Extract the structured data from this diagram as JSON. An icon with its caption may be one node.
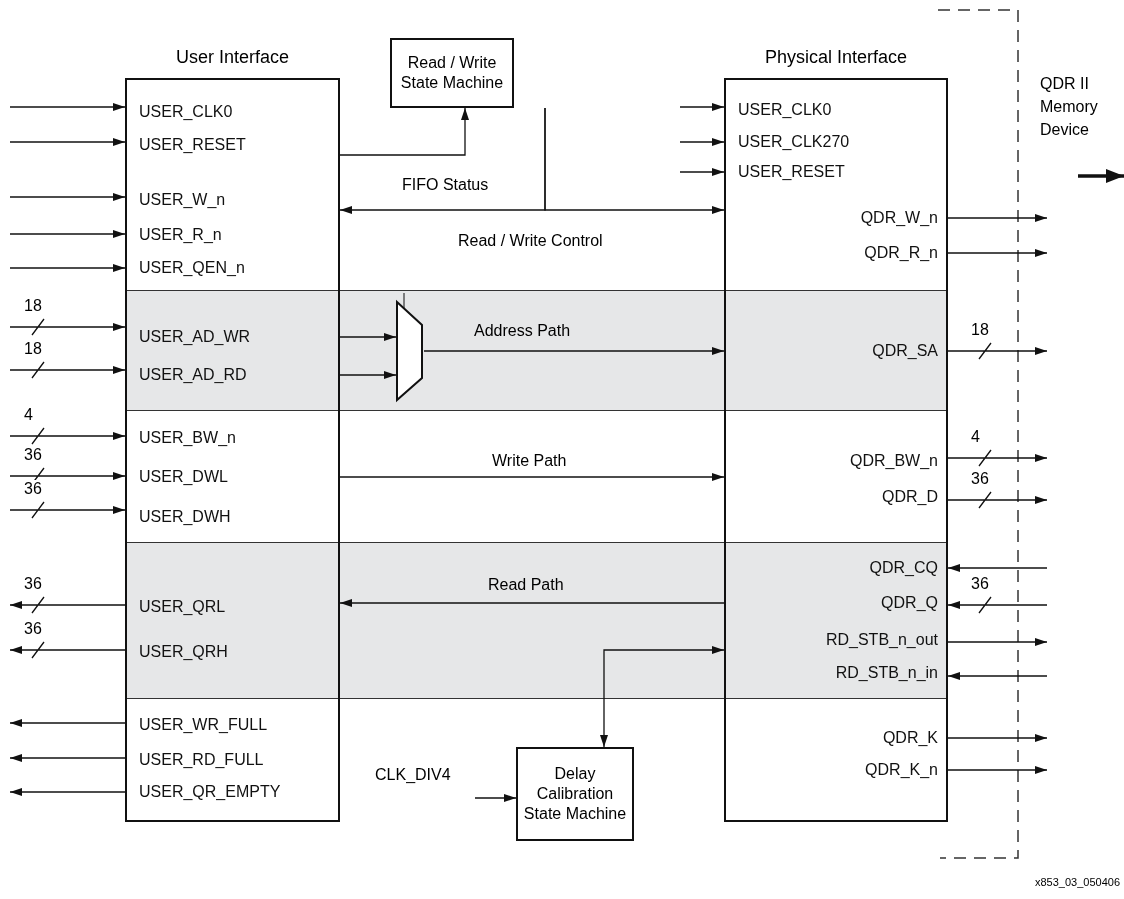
{
  "diagram": {
    "nodes": [
      {
        "text": [
          "User Interface"
        ]
      },
      {
        "text": [
          "USER_CLK0"
        ],
        "in": 0
      },
      {
        "text": [
          "USER_RESET"
        ],
        "in": 0
      },
      {
        "text": [
          "USER_W_n"
        ],
        "in": 0
      },
      {
        "text": [
          "USER_R_n"
        ],
        "in": 0
      },
      {
        "text": [
          "USER_QEN_n"
        ],
        "in": 0
      },
      {
        "text": [
          "USER_AD_WR"
        ],
        "in": 0
      },
      {
        "text": [
          "USER_AD_RD"
        ],
        "in": 0
      },
      {
        "text": [
          "USER_BW_n"
        ],
        "in": 0
      },
      {
        "text": [
          "USER_DWL"
        ],
        "in": 0
      },
      {
        "text": [
          "USER_DWH"
        ],
        "in": 0
      },
      {
        "text": [
          "USER_QRL"
        ],
        "in": 0
      },
      {
        "text": [
          "USER_QRH"
        ],
        "in": 0
      },
      {
        "text": [
          "USER_WR_FULL"
        ],
        "in": 0
      },
      {
        "text": [
          "USER_RD_FULL"
        ],
        "in": 0
      },
      {
        "text": [
          "USER_QR_EMPTY"
        ],
        "in": 0
      },
      {
        "text": [
          "Read / Write State Machine"
        ]
      },
      {
        "text": [
          "Physical Interface"
        ]
      },
      {
        "text": [
          "USER_CLK0"
        ],
        "in": 17
      },
      {
        "text": [
          "USER_CLK270"
        ],
        "in": 17
      },
      {
        "text": [
          "USER_RESET"
        ],
        "in": 17
      },
      {
        "text": [
          "QDR_W_n"
        ],
        "in": 17
      },
      {
        "text": [
          "QDR_R_n"
        ],
        "in": 17
      },
      {
        "text": [
          "QDR_SA"
        ],
        "in": 17
      },
      {
        "text": [
          "QDR_BW_n"
        ],
        "in": 17
      },
      {
        "text": [
          "QDR_D"
        ],
        "in": 17
      },
      {
        "text": [
          "QDR_CQ"
        ],
        "in": 17
      },
      {
        "text": [
          "QDR_Q"
        ],
        "in": 17
      },
      {
        "text": [
          "RD_STB_n_out"
        ],
        "in": 17
      },
      {
        "text": [
          "RD_STB_n_in"
        ],
        "in": 17
      },
      {
        "text": [
          "QDR_K"
        ],
        "in": 17
      },
      {
        "text": [
          "QDR_K_n"
        ],
        "in": 17
      },
      {
        "text": [
          "QDR II Memory Device"
        ]
      },
      {
        "text": [],
        "shape": "trapezoid"
      },
      {
        "text": [
          "Delay Calibration State Machine"
        ]
      },
      {
        "text": [
          "CLK_DIV4"
        ]
      }
    ],
    "edges": [
      {
        "from": null,
        "to": 1,
        "arrow": "to"
      },
      {
        "from": null,
        "to": 2,
        "arrow": "to"
      },
      {
        "from": null,
        "to": 3,
        "arrow": "to"
      },
      {
        "from": null,
        "to": 4,
        "arrow": "to"
      },
      {
        "from": null,
        "to": 5,
        "arrow": "to"
      },
      {
        "from": null,
        "to": 6,
        "arrow": "to",
        "label": "18"
      },
      {
        "from": null,
        "to": 7,
        "arrow": "to",
        "label": "18"
      },
      {
        "from": null,
        "to": 8,
        "arrow": "to",
        "label": "4"
      },
      {
        "from": null,
        "to": 9,
        "arrow": "to",
        "label": "36"
      },
      {
        "from": null,
        "to": 10,
        "arrow": "to",
        "label": "36"
      },
      {
        "from": 11,
        "to": null,
        "arrow": "to",
        "label": "36"
      },
      {
        "from": 12,
        "to": null,
        "arrow": "to",
        "label": "36"
      },
      {
        "from": 13,
        "to": null,
        "arrow": "to"
      },
      {
        "from": 14,
        "to": null,
        "arrow": "to"
      },
      {
        "from": 15,
        "to": null,
        "arrow": "to"
      },
      {
        "from": 0,
        "to": 16,
        "arrow": "to"
      },
      {
        "from": 16,
        "to": 0,
        "arrow": "to",
        "label": "FIFO Status"
      },
      {
        "from": 16,
        "to": 17,
        "arrow": "to",
        "label": "Read / Write Control"
      },
      {
        "from": 0,
        "to": 33,
        "arrow": "to"
      },
      {
        "from": 0,
        "to": 33,
        "arrow": "to"
      },
      {
        "from": 33,
        "to": 17,
        "arrow": "to",
        "label": "Address Path"
      },
      {
        "from": 0,
        "to": 17,
        "arrow": "to",
        "label": "Write Path"
      },
      {
        "from": 17,
        "to": 0,
        "arrow": "to",
        "label": "Read Path"
      },
      {
        "from": 17,
        "to": 34,
        "arrow": "both"
      },
      {
        "from": 35,
        "to": 34,
        "arrow": "to"
      },
      {
        "from": null,
        "to": 18,
        "arrow": "to"
      },
      {
        "from": null,
        "to": 19,
        "arrow": "to"
      },
      {
        "from": null,
        "to": 20,
        "arrow": "to"
      },
      {
        "from": 21,
        "to": null,
        "arrow": "to"
      },
      {
        "from": 22,
        "to": null,
        "arrow": "to"
      },
      {
        "from": 23,
        "to": null,
        "arrow": "to",
        "label": "18"
      },
      {
        "from": 24,
        "to": null,
        "arrow": "to",
        "label": "4"
      },
      {
        "from": 25,
        "to": null,
        "arrow": "to",
        "label": "36"
      },
      {
        "from": null,
        "to": 26,
        "arrow": "to"
      },
      {
        "from": null,
        "to": 27,
        "arrow": "to",
        "label": "36"
      },
      {
        "from": 28,
        "to": null,
        "arrow": "to"
      },
      {
        "from": null,
        "to": 29,
        "arrow": "to"
      },
      {
        "from": 30,
        "to": null,
        "arrow": "to"
      },
      {
        "from": 31,
        "to": null,
        "arrow": "to"
      }
    ],
    "labels": [
      "x853_03_050406"
    ]
  }
}
